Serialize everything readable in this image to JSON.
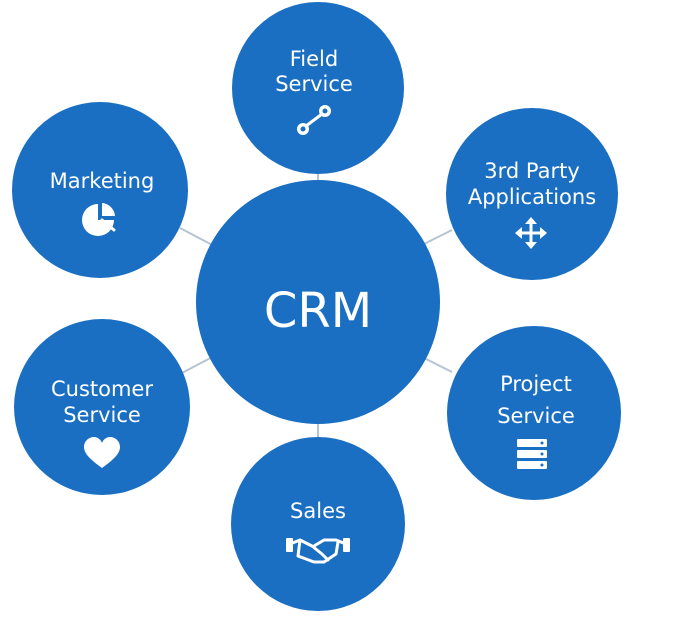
{
  "diagram": {
    "center": {
      "label": "CRM",
      "color": "#1a6fc2"
    },
    "nodes": [
      {
        "id": "field-service",
        "lines": [
          "Field",
          "Service"
        ],
        "icon": "wrench-icon"
      },
      {
        "id": "third-party-applications",
        "lines": [
          "3rd Party",
          "Applications"
        ],
        "icon": "move-arrows-icon"
      },
      {
        "id": "project-service",
        "lines": [
          "Project",
          "Service"
        ],
        "icon": "server-stack-icon"
      },
      {
        "id": "sales",
        "lines": [
          "Sales"
        ],
        "icon": "handshake-icon"
      },
      {
        "id": "customer-service",
        "lines": [
          "Customer",
          "Service"
        ],
        "icon": "heart-icon"
      },
      {
        "id": "marketing",
        "lines": [
          "Marketing"
        ],
        "icon": "pie-chart-icon"
      }
    ],
    "colors": {
      "node": "#1a6fc2",
      "connector": "#b5c4d3",
      "text": "#ffffff"
    }
  }
}
